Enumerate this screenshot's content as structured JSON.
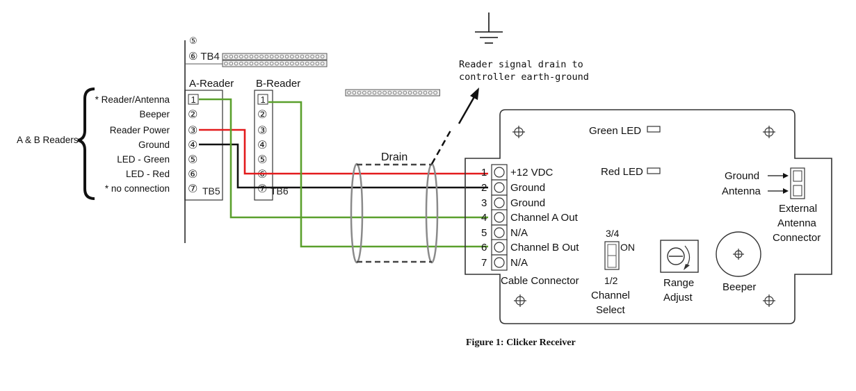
{
  "controller": {
    "group_label": "A & B Readers",
    "tb4_label": "⑥ TB4",
    "tb4_partial": "⑤",
    "a_reader_title": "A-Reader",
    "b_reader_title": "B-Reader",
    "tb5_label": "TB5",
    "tb6_label": "TB6",
    "terminal_numbers": [
      "1",
      "2",
      "3",
      "4",
      "5",
      "6",
      "7"
    ],
    "terminal_glyphs": [
      "①",
      "②",
      "③",
      "④",
      "⑤",
      "⑥",
      "⑦"
    ],
    "pin_labels": [
      "* Reader/Antenna",
      "Beeper",
      "Reader Power",
      "Ground",
      "LED - Green",
      "LED - Red",
      "* no connection"
    ]
  },
  "cable": {
    "drain_label": "Drain",
    "earth_note_line1": "Reader signal drain to",
    "earth_note_line2": "controller earth-ground"
  },
  "receiver": {
    "green_led_label": "Green LED",
    "red_led_label": "Red LED",
    "pins": [
      {
        "num": "1",
        "label": "+12 VDC"
      },
      {
        "num": "2",
        "label": "Ground"
      },
      {
        "num": "3",
        "label": "Ground"
      },
      {
        "num": "4",
        "label": "Channel A Out"
      },
      {
        "num": "5",
        "label": "N/A"
      },
      {
        "num": "6",
        "label": "Channel B Out"
      },
      {
        "num": "7",
        "label": "N/A"
      }
    ],
    "cable_connector_label": "Cable Connector",
    "channel_select": {
      "top": "3/4",
      "on": "ON",
      "bottom": "1/2",
      "label1": "Channel",
      "label2": "Select"
    },
    "range_adjust": {
      "line1": "Range",
      "line2": "Adjust"
    },
    "beeper_label": "Beeper",
    "ext_antenna": {
      "ground": "Ground",
      "antenna": "Antenna",
      "line1": "External",
      "line2": "Antenna",
      "line3": "Connector"
    }
  },
  "caption": "Figure 1: Clicker Receiver",
  "wire_colors": {
    "power": "#e31a1c",
    "ground": "#111111",
    "signal": "#5aa02c"
  }
}
